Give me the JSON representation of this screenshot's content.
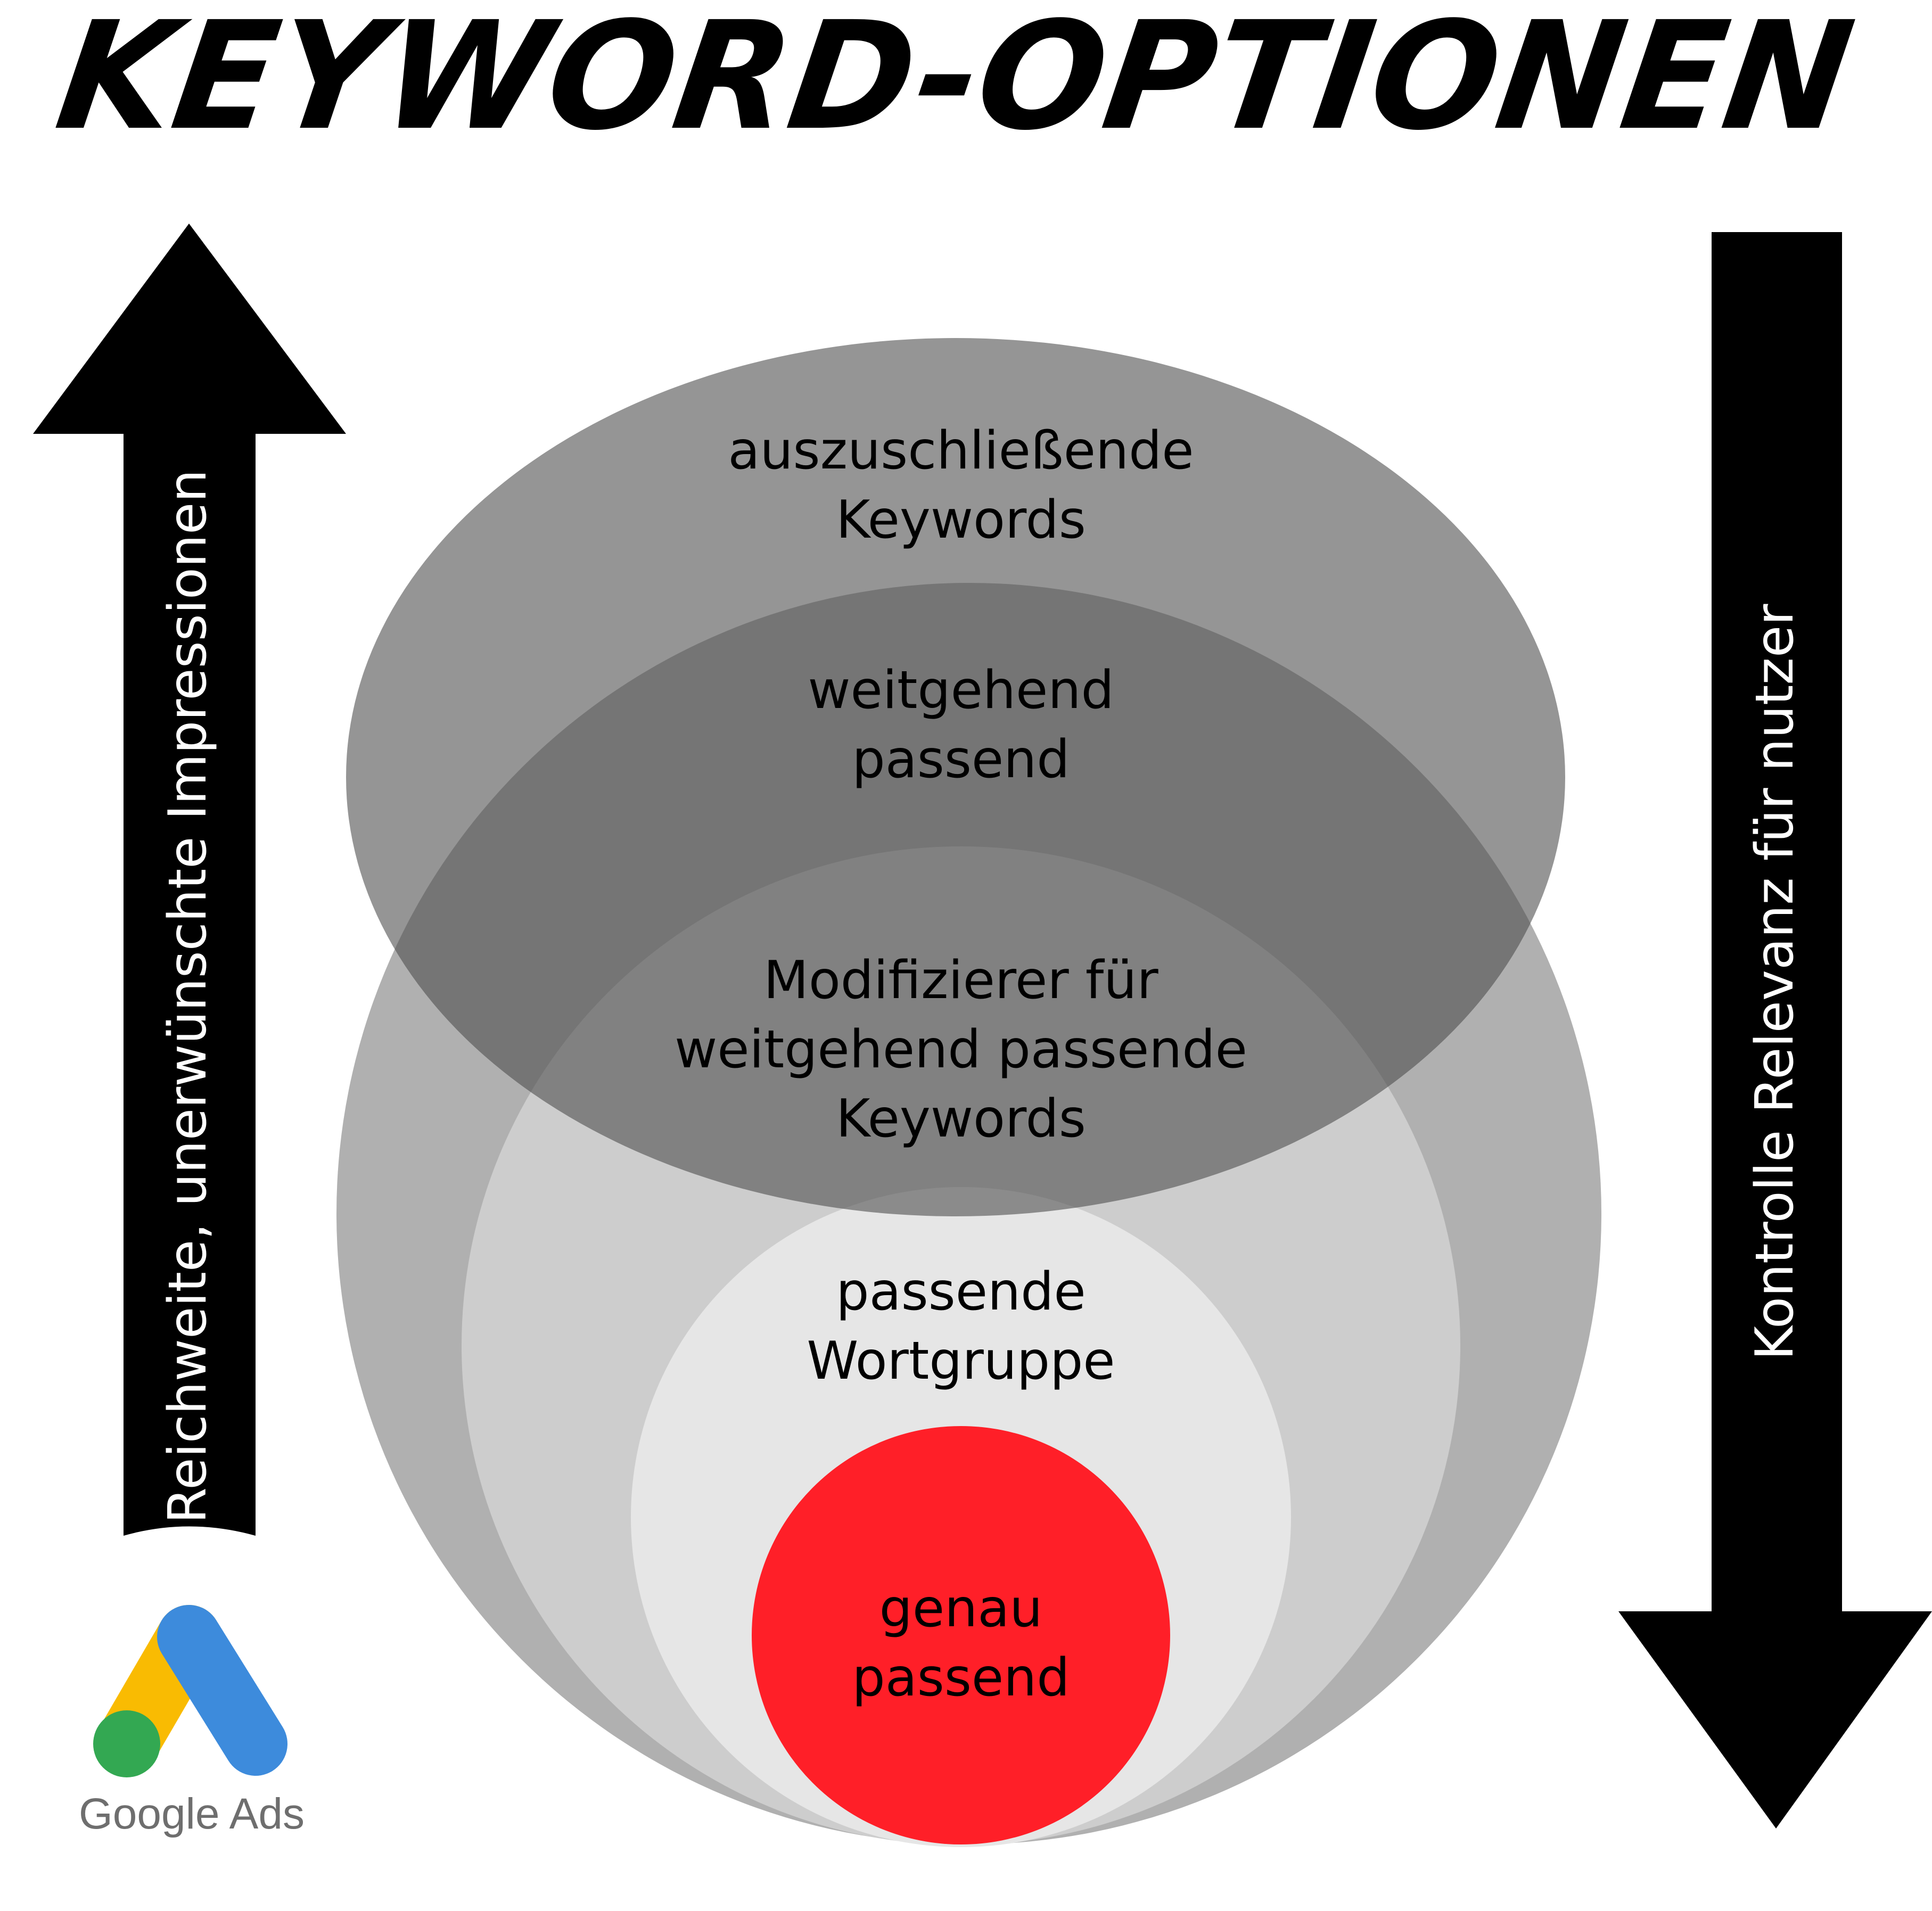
{
  "title": "KEYWORD-OPTIONEN",
  "colors": {
    "text": "#000000",
    "arrow": "#000000",
    "arrow_text": "#ffffff",
    "negative_ellipse": "#4f4f4f",
    "broad_circle": "#b0b0b0",
    "modifier_circle": "#cdcdcd",
    "phrase_circle": "#e6e6e6",
    "exact_circle": "#ff1f28",
    "logo_yellow": "#f9bb02",
    "logo_blue": "#3d8bdc",
    "logo_green": "#33a852",
    "logo_text": "#6e6e6e"
  },
  "left_arrow": {
    "label": "Reichweite, unerwünschte Impressionen",
    "direction": "up"
  },
  "right_arrow": {
    "label": "Kontrolle  Relevanz für nutzer",
    "direction": "down"
  },
  "match_types": {
    "negative": [
      "auszuschließende",
      "Keywords"
    ],
    "broad": [
      "weitgehend",
      "passend"
    ],
    "modifier": [
      "Modifizierer für",
      "weitgehend passende",
      "Keywords"
    ],
    "phrase": [
      "passende",
      "Wortgruppe"
    ],
    "exact": [
      "genau",
      "passend"
    ]
  },
  "logo": {
    "name": "Google Ads",
    "icon": "google-ads-logo-icon"
  }
}
